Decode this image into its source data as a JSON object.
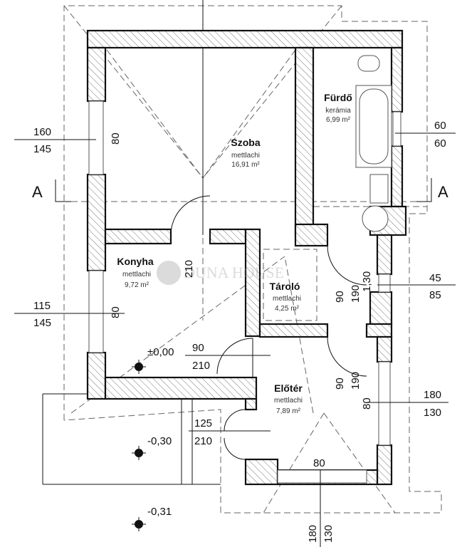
{
  "rooms": {
    "szoba": {
      "name": "Szoba",
      "floor": "mettlachi",
      "area": "16,91 m²"
    },
    "furdo": {
      "name": "Fürdő",
      "floor": "kerámia",
      "area": "6,99 m²"
    },
    "konyha": {
      "name": "Konyha",
      "floor": "mettlachi",
      "area": "9,72 m²"
    },
    "tarolo": {
      "name": "Tároló",
      "floor": "mettlachi",
      "area": "4,25 m²"
    },
    "eloter": {
      "name": "Előtér",
      "floor": "mettlachi",
      "area": "7,89 m²"
    }
  },
  "section": {
    "left": "A",
    "right": "A"
  },
  "levels": [
    "±0,00",
    "-0,30",
    "-0,31"
  ],
  "watermark": "DUNA HOUSE",
  "dimensions": {
    "left_window_1": [
      "160",
      "145"
    ],
    "left_window_2": [
      "115",
      "145"
    ],
    "right_window_1": [
      "60",
      "60"
    ],
    "right_window_2": [
      "45",
      "85"
    ],
    "right_window_3": [
      "180",
      "130"
    ],
    "door_konyha": [
      "90",
      "210"
    ],
    "door_entry": [
      "125",
      "210"
    ],
    "bottom_window": [
      "180",
      "130"
    ],
    "wall_80_a": "80",
    "wall_80_b": "80",
    "wall_80_c": "80",
    "wall_80_d": "80",
    "opening_210": "210",
    "door_tarolo_w": "90",
    "door_tarolo_h": "190",
    "sill_130": "1,30",
    "door_eloter_w": "90",
    "door_eloter_h": "190"
  }
}
